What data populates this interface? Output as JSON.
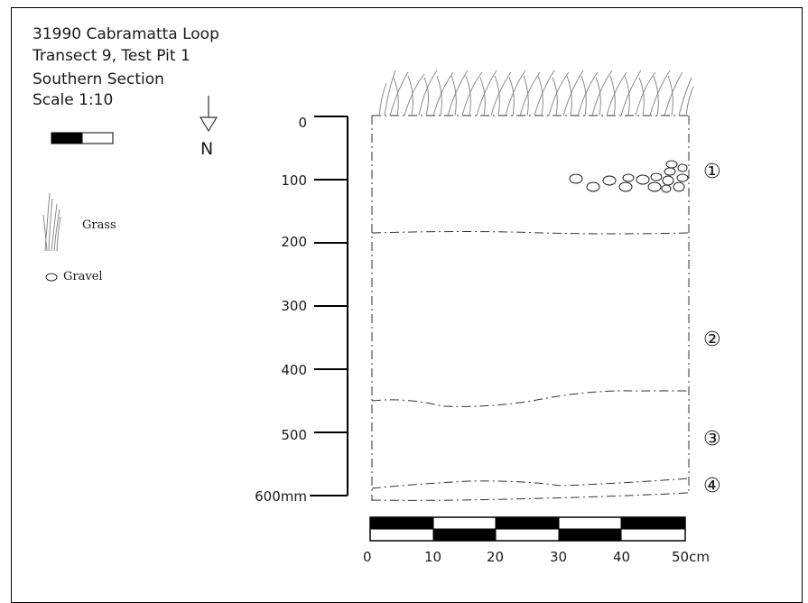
{
  "header": {
    "site": "31990 Cabramatta Loop",
    "transect": "Transect 9, Test Pit 1",
    "section": "Southern Section",
    "scale": "Scale 1:10"
  },
  "north_label": "N",
  "legend": {
    "grass": {
      "label": "Grass",
      "icon": "grass-icon"
    },
    "gravel": {
      "label": "Gravel",
      "icon": "gravel-icon"
    }
  },
  "depth_axis": {
    "unit": "mm",
    "ticks": [
      "0",
      "100",
      "200",
      "300",
      "400",
      "500",
      "600mm"
    ]
  },
  "horizontal_scale": {
    "ticks": [
      "0",
      "10",
      "20",
      "30",
      "40",
      "50cm"
    ]
  },
  "layers": [
    "①",
    "②",
    "③",
    "④"
  ],
  "colors": {
    "ink": "#1a1a1a",
    "grass": "#8a8a8a"
  }
}
